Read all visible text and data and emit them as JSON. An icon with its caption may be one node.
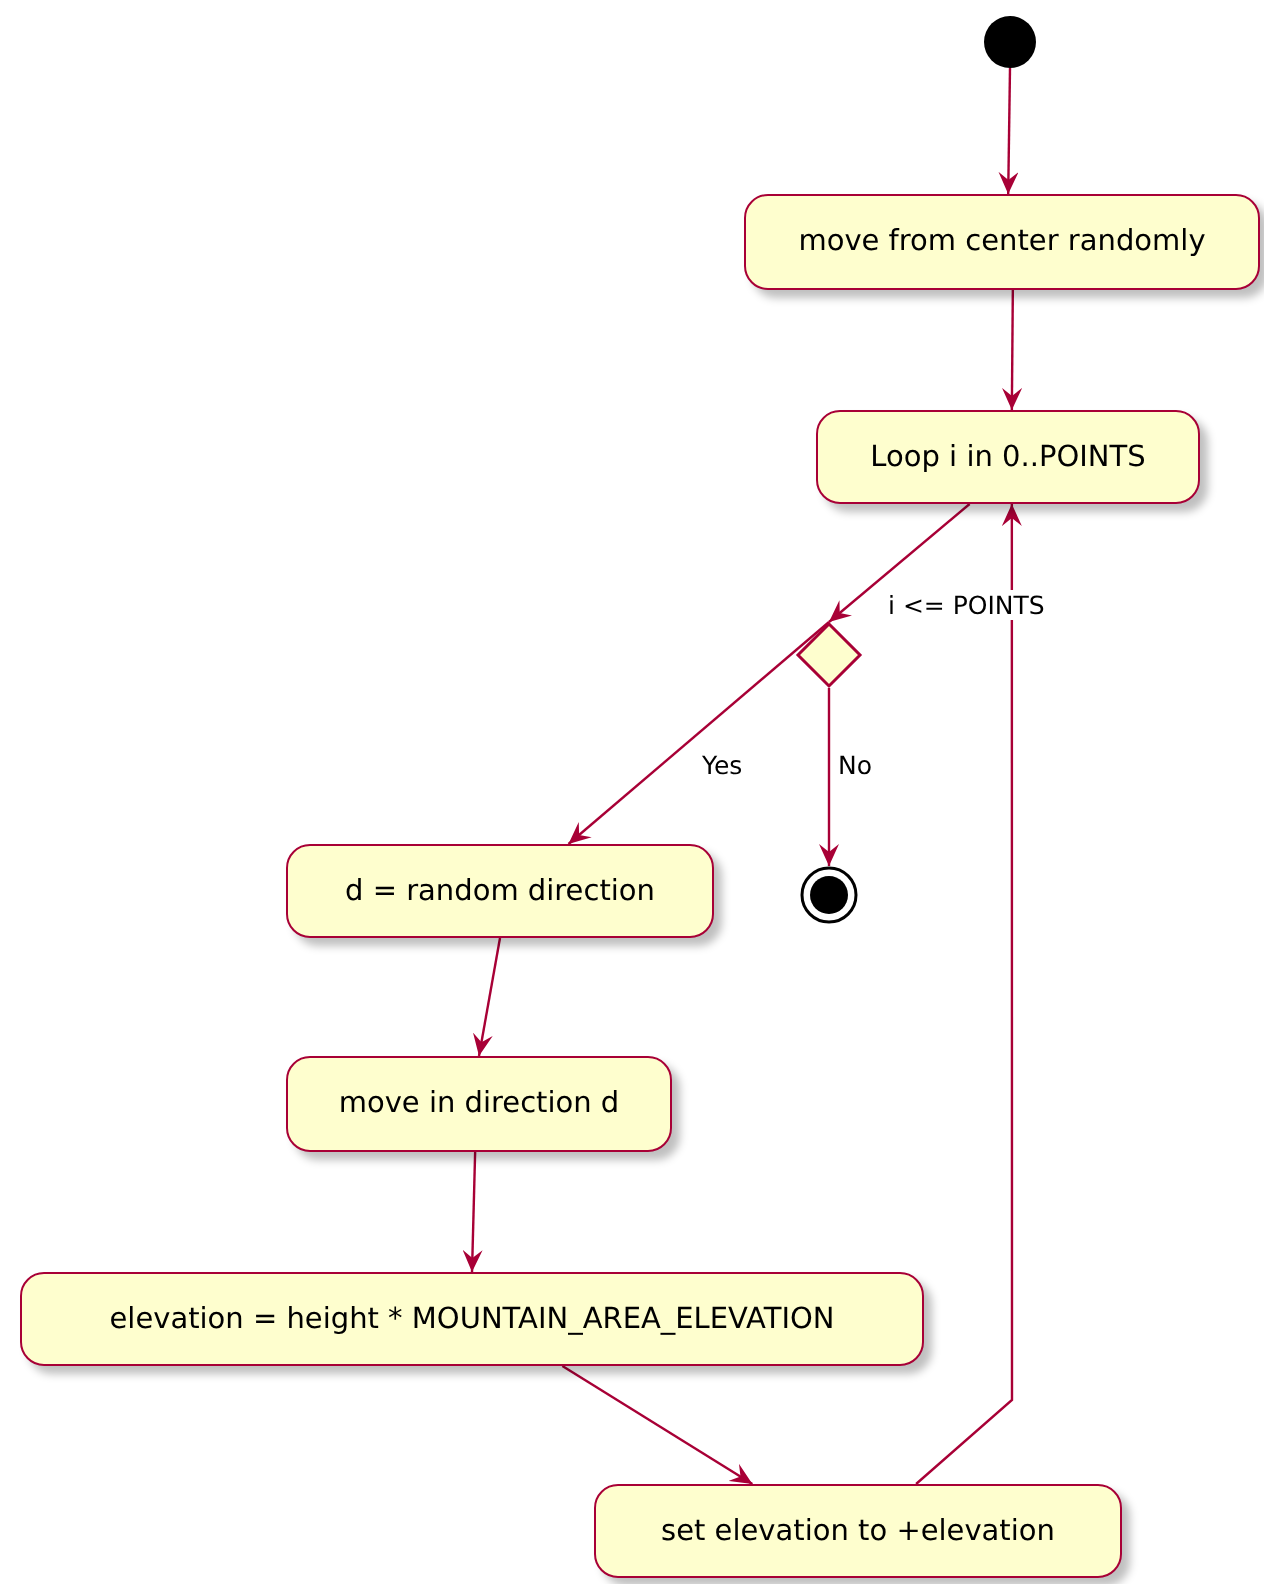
{
  "diagram": {
    "nodes": [
      {
        "text": [],
        "shape": "circle"
      },
      {
        "text": [
          "move from center randomly"
        ]
      },
      {
        "text": [
          "Loop i in 0..POINTS"
        ]
      },
      {
        "text": [],
        "shape": "diamond"
      },
      {
        "text": [],
        "shape": "circle"
      },
      {
        "text": [
          "d = random direction"
        ]
      },
      {
        "text": [
          "move in direction d"
        ]
      },
      {
        "text": [
          "elevation = height * MOUNTAIN_AREA_ELEVATION"
        ]
      },
      {
        "text": [
          "set elevation to +elevation"
        ]
      }
    ],
    "edges": [
      {
        "from": 0,
        "to": 1,
        "arrow": "to"
      },
      {
        "from": 1,
        "to": 2,
        "arrow": "to"
      },
      {
        "from": 2,
        "to": 3,
        "arrow": "to",
        "label": "i <= POINTS"
      },
      {
        "from": 3,
        "to": 5,
        "arrow": "to",
        "label": "Yes"
      },
      {
        "from": 3,
        "to": 4,
        "arrow": "to",
        "label": "No"
      },
      {
        "from": 5,
        "to": 6,
        "arrow": "to"
      },
      {
        "from": 6,
        "to": 7,
        "arrow": "to"
      },
      {
        "from": 7,
        "to": 8,
        "arrow": "to"
      },
      {
        "from": 8,
        "to": 2,
        "arrow": "to"
      }
    ]
  }
}
